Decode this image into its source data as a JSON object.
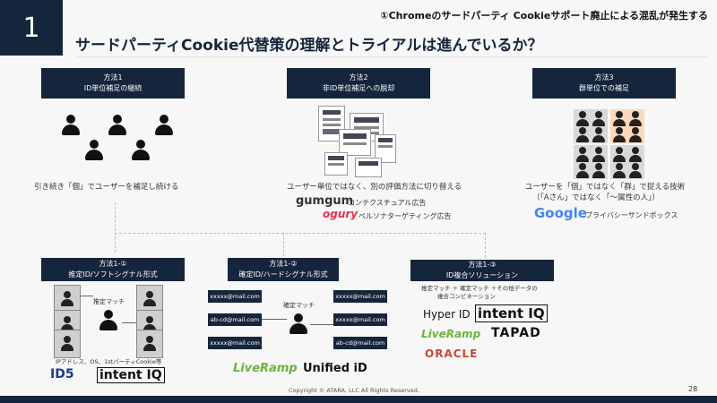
{
  "slide": {
    "number": "1",
    "page": "28"
  },
  "top_tag": "①Chromeのサードパーティ Cookieサポート廃止による混乱が発生する",
  "title": "サードパーティCookie代替策の理解とトライアルは進んでいるか？",
  "methods": [
    {
      "heading": "方法1",
      "sub": "ID単位補足の継続",
      "caption": "引き続き「個」でユーザーを補足し続ける"
    },
    {
      "heading": "方法2",
      "sub": "非ID単位補足への脱却",
      "caption": "ユーザー単位ではなく、別の評価方法に切り替える"
    },
    {
      "heading": "方法3",
      "sub": "群単位での補足",
      "caption_1": "ユーザーを「個」ではなく「群」で捉える技術",
      "caption_2": "（「Aさん」ではなく「〜属性の人」）"
    }
  ],
  "method2_logos": [
    {
      "name": "gumgum",
      "text": "コンテクスチュアル広告"
    },
    {
      "name": "ogury",
      "text": "ペルソナターゲティング広告"
    }
  ],
  "method3_logo": {
    "name": "Google",
    "text": "プライバシーサンドボックス"
  },
  "sub_methods": [
    {
      "heading": "方法1-①",
      "sub": "推定ID/ソフトシグナル形式",
      "match_label": "推定マッチ",
      "note": "IPアドレス、OS、1stパーティCookie等"
    },
    {
      "heading": "方法1-②",
      "sub": "確定ID/ハードシグナル形式",
      "match_label": "確定マッチ"
    },
    {
      "heading": "方法1-③",
      "sub": "ID複合ソリューション",
      "note_1": "推定マッチ ＋ 確定マッチ ＋その他データの",
      "note_2": "複合コンビネーション"
    }
  ],
  "emails_left": [
    "xxxxx@mail.com",
    "ab-cd@mail.com",
    "xxxxx@mail.com"
  ],
  "emails_right": [
    "xxxxx@mail.com",
    "xxxxx@mail.com",
    "ab-cd@mail.com"
  ],
  "logos_1": {
    "id5": "ID5",
    "intentiq": "intent IQ"
  },
  "logos_2": {
    "liveramp": "LiveRamp",
    "unified": "Unified iD"
  },
  "logos_3": {
    "hyperid": "Hyper ID",
    "intentiq": "intent IQ",
    "liveramp": "LiveRamp",
    "tapad": "TAPAD",
    "oracle": "ORACLE"
  },
  "copyright": "Copyright © ATARA, LLC All Rights Reserved.",
  "colors": {
    "navy": "#15253b",
    "google_blue": "#4285F4",
    "ogury_red": "#e5304a",
    "liveramp_green": "#6cb33f",
    "oracle_red": "#c74634"
  }
}
